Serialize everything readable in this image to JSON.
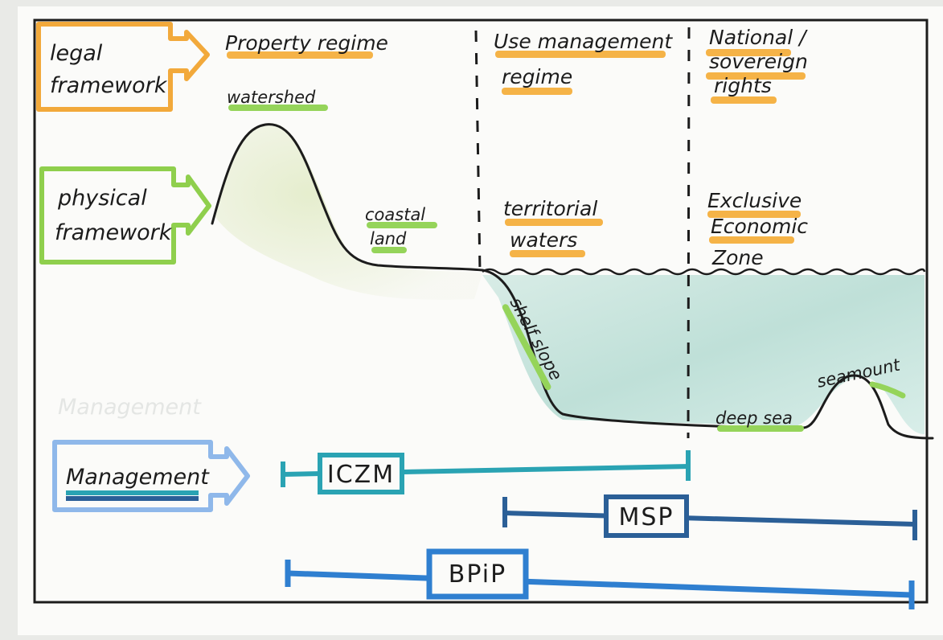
{
  "frameworks": {
    "legal": {
      "lines": [
        "legal",
        "framework"
      ],
      "color": "#f2a93b"
    },
    "physical": {
      "lines": [
        "physical",
        "framework"
      ],
      "color": "#8fcf4d"
    },
    "management": {
      "label": "Management",
      "ghost_label": "Management",
      "color": "#8fb8ea"
    }
  },
  "regimes": {
    "property": {
      "lines": [
        "Property regime"
      ]
    },
    "use_management": {
      "lines": [
        "Use management",
        "regime"
      ]
    },
    "sovereign": {
      "lines": [
        "National /",
        "sovereign",
        "rights"
      ]
    }
  },
  "zones": {
    "watershed": "watershed",
    "coastal_land": {
      "lines": [
        "coastal",
        "land"
      ]
    },
    "territorial_waters": {
      "lines": [
        "territorial",
        "waters"
      ]
    },
    "eez": {
      "lines": [
        "Exclusive",
        "Economic",
        "Zone"
      ]
    },
    "shelf_slope": "shelf slope",
    "deep_sea": "deep sea",
    "seamount": "seamount"
  },
  "management_tools": [
    {
      "name": "ICZM",
      "color": "#2aa3b3"
    },
    {
      "name": "MSP",
      "color": "#2b5f97"
    },
    {
      "name": "BPiP",
      "color": "#2f7fd0"
    }
  ],
  "colors": {
    "legal_highlight": "#f5b347",
    "physical_highlight": "#95d45a",
    "land_wash": "#e7efd6",
    "sea_wash": "#c9e5dd",
    "ink": "#1c1c1c"
  }
}
